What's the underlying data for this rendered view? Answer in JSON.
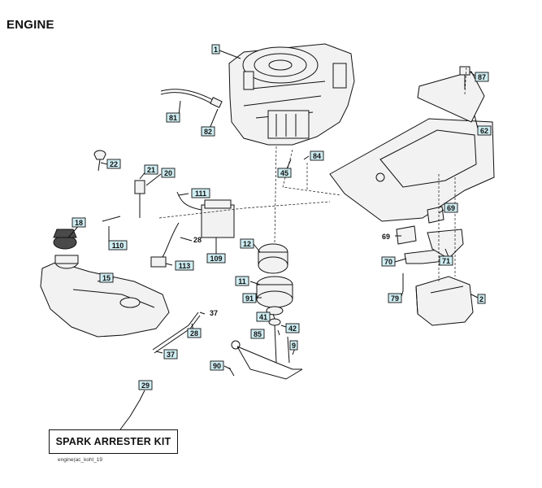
{
  "title": "ENGINE",
  "kit_label": "SPARK ARRESTER KIT",
  "drawing_code": "engine(ac_kohl_19",
  "callouts": [
    {
      "num": "1"
    },
    {
      "num": "87"
    },
    {
      "num": "81"
    },
    {
      "num": "82"
    },
    {
      "num": "62"
    },
    {
      "num": "84"
    },
    {
      "num": "45"
    },
    {
      "num": "22"
    },
    {
      "num": "21"
    },
    {
      "num": "20"
    },
    {
      "num": "111"
    },
    {
      "num": "18"
    },
    {
      "num": "110"
    },
    {
      "num": "28"
    },
    {
      "num": "109"
    },
    {
      "num": "12"
    },
    {
      "num": "69"
    },
    {
      "num": "69"
    },
    {
      "num": "113"
    },
    {
      "num": "70"
    },
    {
      "num": "71"
    },
    {
      "num": "15"
    },
    {
      "num": "11"
    },
    {
      "num": "91"
    },
    {
      "num": "79"
    },
    {
      "num": "2"
    },
    {
      "num": "41"
    },
    {
      "num": "42"
    },
    {
      "num": "28"
    },
    {
      "num": "85"
    },
    {
      "num": "9"
    },
    {
      "num": "37"
    },
    {
      "num": "90"
    },
    {
      "num": "29"
    }
  ],
  "labels": [
    {
      "num": "37"
    }
  ]
}
